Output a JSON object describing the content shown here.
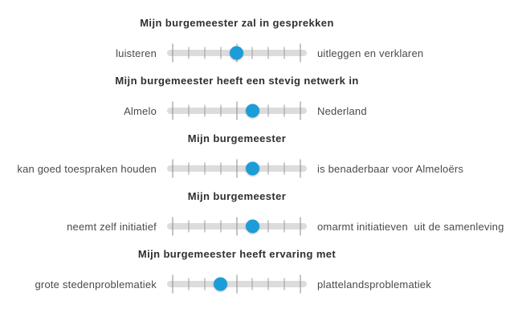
{
  "colors": {
    "handle": "#1d9dd8",
    "track": "#dcdcdc",
    "tick": "#9b9b9b",
    "tick_tall": "#8a8a8a",
    "title_text": "#2f2f2f",
    "label_text": "#4a4a4a"
  },
  "scale": {
    "min": 1,
    "max": 9,
    "tick_count": 9,
    "major_ticks": [
      1,
      5,
      9
    ]
  },
  "sliders": [
    {
      "title": "Mijn burgemeester zal in gesprekken",
      "left_label": "luisteren",
      "right_label": "uitleggen en verklaren",
      "value": 5
    },
    {
      "title": "Mijn burgemeester heeft een stevig netwerk in",
      "left_label": "Almelo",
      "right_label": "Nederland",
      "value": 6
    },
    {
      "title": "Mijn burgemeester",
      "left_label": "kan goed toespraken houden",
      "right_label": "is benaderbaar voor Almeloërs",
      "value": 6
    },
    {
      "title": "Mijn burgemeester",
      "left_label": "neemt zelf initiatief",
      "right_label": "omarmt initiatieven  uit de samenleving",
      "value": 6
    },
    {
      "title": "Mijn burgemeester heeft ervaring met",
      "left_label": "grote stedenproblematiek",
      "right_label": "plattelandsproblematiek",
      "value": 4
    }
  ]
}
